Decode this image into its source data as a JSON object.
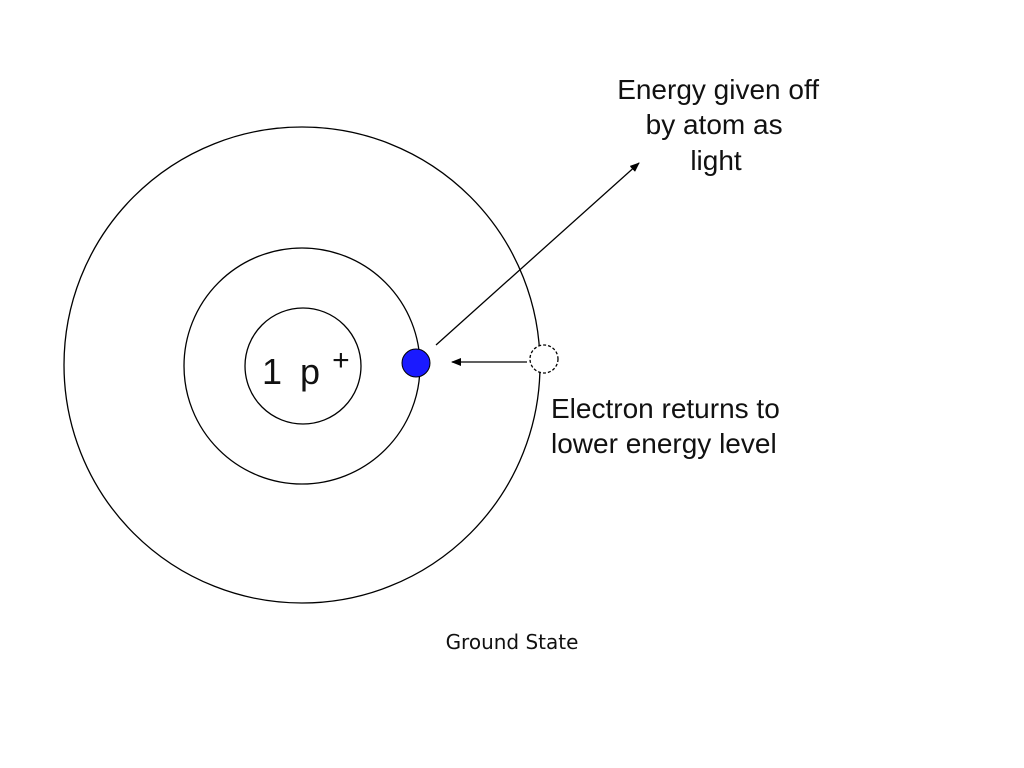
{
  "diagram": {
    "nucleus": {
      "count": "1",
      "particle": "p",
      "charge": "+"
    },
    "emission_label": [
      "Energy given off",
      "by atom as",
      "light"
    ],
    "transition_label": [
      "Electron returns to",
      "lower energy level"
    ],
    "caption": "Ground State",
    "colors": {
      "electron_fill": "#1a1aff",
      "lines": "#000000"
    }
  }
}
